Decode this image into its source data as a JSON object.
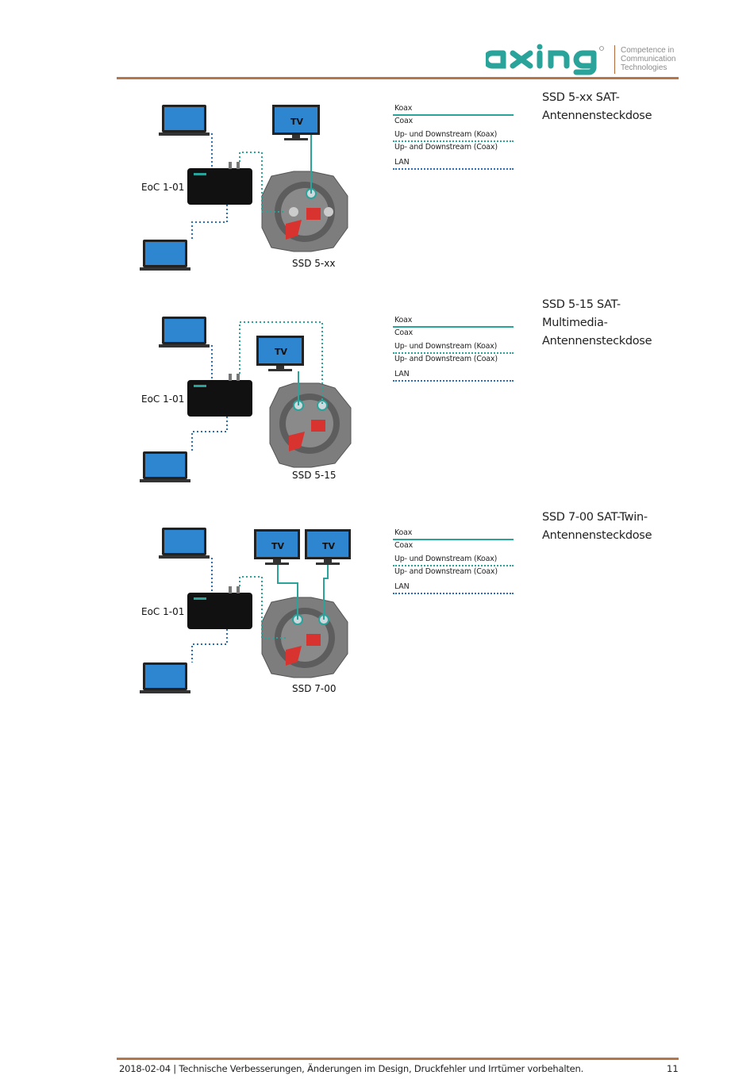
{
  "header": {
    "logo_text": "axing",
    "tagline": "Competence in\nCommunication\nTechnologies"
  },
  "sections": [
    {
      "eoc_label": "EoC 1-01",
      "ssd_label": "SSD 5-xx",
      "tv_labels": [
        "TV"
      ],
      "title_lines": [
        "SSD 5-xx SAT-",
        "Antennensteckdose"
      ],
      "legend": [
        "Koax",
        "Coax",
        "Up- und Downstream (Koax)",
        "Up- and Downstream (Coax)",
        "LAN"
      ]
    },
    {
      "eoc_label": "EoC 1-01",
      "ssd_label": "SSD 5-15",
      "tv_labels": [
        "TV"
      ],
      "title_lines": [
        "SSD 5-15 SAT-",
        "Multimedia-",
        "Antennensteckdose"
      ],
      "legend": [
        "Koax",
        "Coax",
        "Up- und Downstream (Koax)",
        "Up- and Downstream (Coax)",
        "LAN"
      ]
    },
    {
      "eoc_label": "EoC 1-01",
      "ssd_label": "SSD 7-00",
      "tv_labels": [
        "TV",
        "TV"
      ],
      "title_lines": [
        "SSD 7-00 SAT-Twin-",
        "Antennensteckdose"
      ],
      "legend": [
        "Koax",
        "Coax",
        "Up- und Downstream (Koax)",
        "Up- and Downstream (Coax)",
        "LAN"
      ]
    }
  ],
  "footer": {
    "text": "2018-02-04 | Technische Verbesserungen, Änderungen im Design, Druckfehler und Irrtümer vorbehalten.",
    "page_number": "11"
  },
  "colors": {
    "brand_teal": "#2aa39a",
    "rule_brown": "#b5764a",
    "lan_blue": "#2d6fb3",
    "coax_red": "#d8332f"
  }
}
